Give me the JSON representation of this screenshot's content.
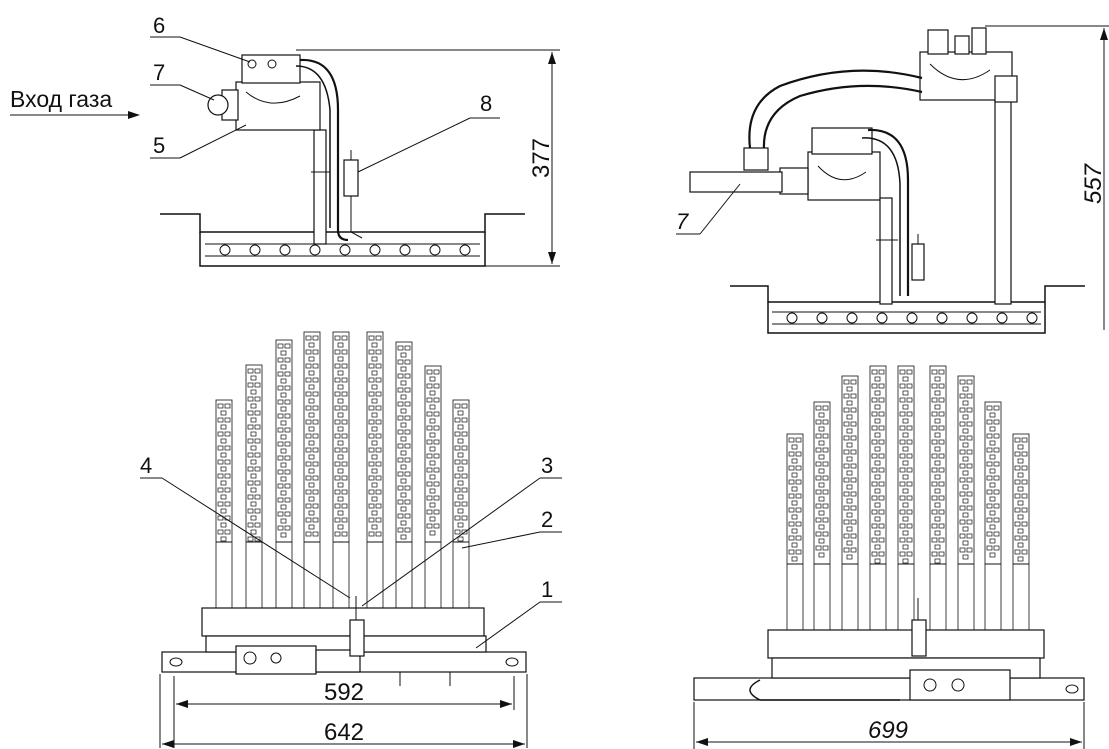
{
  "labels": {
    "gas_inlet": "Вход газа",
    "callout_1": "1",
    "callout_2": "2",
    "callout_3": "3",
    "callout_4": "4",
    "callout_5": "5",
    "callout_6": "6",
    "callout_7_left": "7",
    "callout_7_right": "7",
    "callout_8": "8"
  },
  "dimensions": {
    "height_left": "377",
    "height_right": "557",
    "width_inner": "592",
    "width_outer": "642",
    "width_right": "699"
  }
}
